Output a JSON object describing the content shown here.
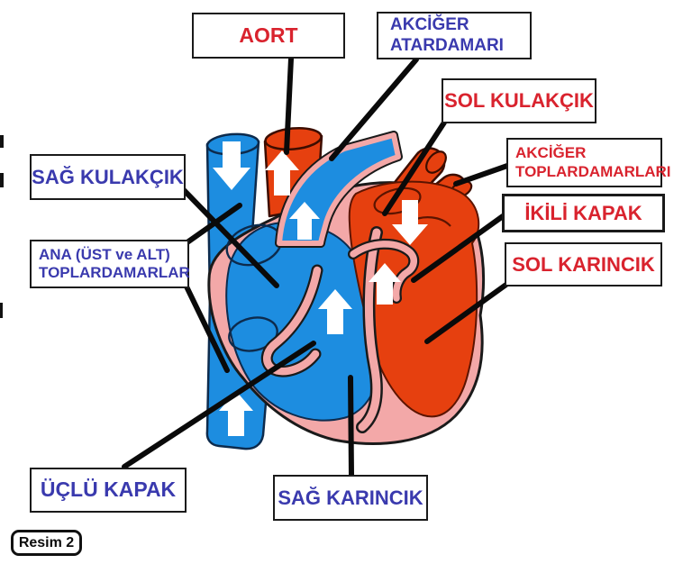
{
  "diagram": {
    "caption": "Resim 2",
    "labels": {
      "aort": {
        "text": "AORT"
      },
      "akciger_atardamari": {
        "line1": "AKCİĞER",
        "line2": "ATARDAMARI"
      },
      "sol_kulakcik": {
        "text": "SOL KULAKÇIK"
      },
      "akciger_toplardamarlari": {
        "line1": "AKCİĞER",
        "line2": "TOPLARDAMARLARI"
      },
      "ikili_kapak": {
        "text": "İKİLİ KAPAK"
      },
      "sol_karincik": {
        "text": "SOL KARINCIK"
      },
      "sag_kulakcik": {
        "text": "SAĞ KULAKÇIK"
      },
      "ana_toplardamarlar": {
        "line1": "ANA (ÜST ve ALT)",
        "line2": "TOPLARDAMARLAR"
      },
      "uclu_kapak": {
        "text": "ÜÇLÜ KAPAK"
      },
      "sag_karincik": {
        "text": "SAĞ KARINCIK"
      }
    },
    "colors": {
      "red_label": "#d9232e",
      "blue_label": "#3a3aae",
      "oxygen_rich_blood": "#e6400f",
      "oxygen_poor_blood": "#1d8de0",
      "heart_wall_pink": "#f3a8a8",
      "line_black": "#0a0a0a"
    },
    "flow_arrows": [
      {
        "location": "superior vena cava",
        "direction": "down"
      },
      {
        "location": "aorta",
        "direction": "up"
      },
      {
        "location": "pulmonary artery",
        "direction": "up"
      },
      {
        "location": "left atrium",
        "direction": "down"
      },
      {
        "location": "left ventricle",
        "direction": "up"
      },
      {
        "location": "right ventricle",
        "direction": "up"
      },
      {
        "location": "inferior vena cava",
        "direction": "up"
      }
    ]
  }
}
